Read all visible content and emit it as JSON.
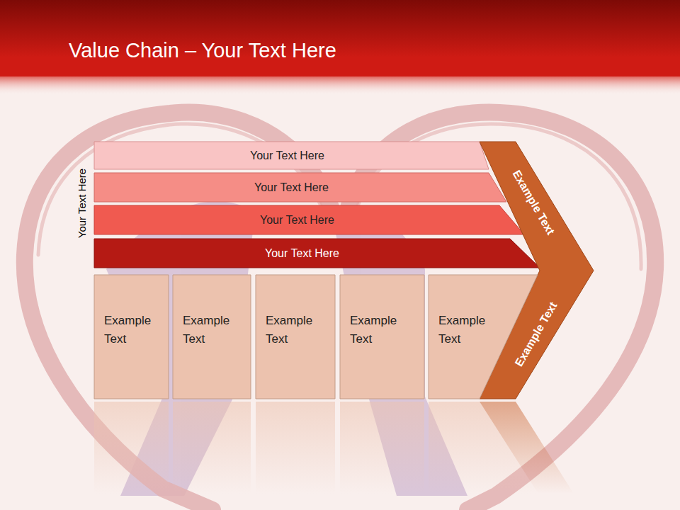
{
  "diagram": {
    "title": "Value Chain – Your Text Here",
    "nodes": [
      {
        "text": [
          "Your Text Here"
        ]
      },
      {
        "text": [
          "Your Text Here"
        ]
      },
      {
        "text": [
          "Your Text Here"
        ]
      },
      {
        "text": [
          "Your Text Here"
        ]
      },
      {
        "text": [
          "Example Text",
          "Example Text"
        ]
      },
      {
        "text": [
          "Example Text"
        ]
      },
      {
        "text": [
          "Example Text"
        ]
      },
      {
        "text": [
          "Example Text"
        ]
      },
      {
        "text": [
          "Example Text"
        ]
      },
      {
        "text": [
          "Example Text"
        ]
      }
    ],
    "labels": [
      "Your Text Here"
    ]
  }
}
